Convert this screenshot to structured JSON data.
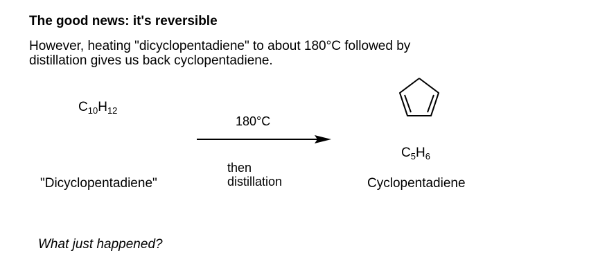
{
  "heading": "The good news: it's reversible",
  "paragraph": {
    "line1": "However, heating \"dicyclopentadiene\" to about 180°C followed by",
    "line2": "distillation gives us back cyclopentadiene."
  },
  "reactant": {
    "formula_parts": [
      "C",
      "10",
      "H",
      "12"
    ],
    "name": "\"Dicyclopentadiene\""
  },
  "conditions": {
    "above": "180°C",
    "below_line1": "then",
    "below_line2": "distillation"
  },
  "product": {
    "formula_parts": [
      "C",
      "5",
      "H",
      "6"
    ],
    "name": "Cyclopentadiene",
    "structure_icon": "cyclopentadiene-structure"
  },
  "question": "What just happened?"
}
